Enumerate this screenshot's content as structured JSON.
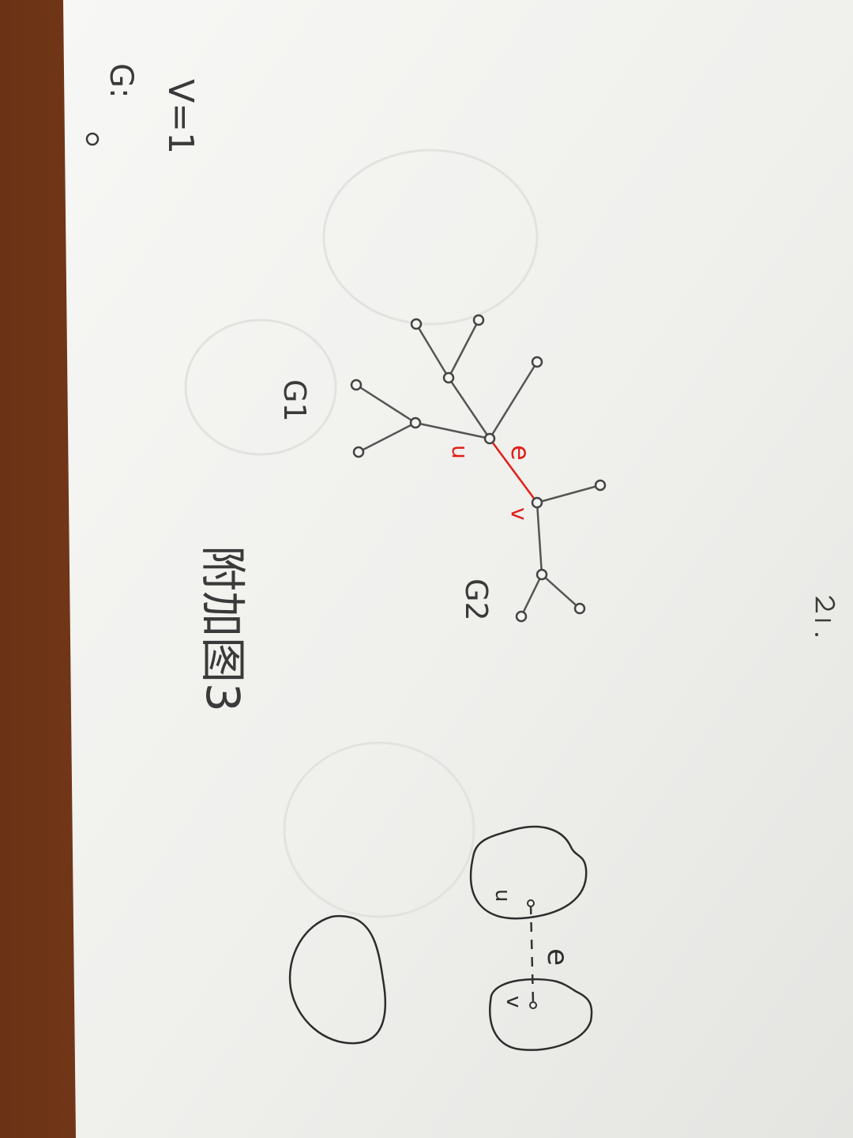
{
  "photo": {
    "subject": "handwritten graph theory sketch on paper"
  },
  "labels": {
    "g_top": "G:",
    "v_eq": "V=1",
    "g1": "G1",
    "g2": "G2",
    "caption": "附加图3",
    "edge_e": "e",
    "vertex_u": "u",
    "vertex_v": "v",
    "edge_e_right": "e",
    "vertex_u_right": "u",
    "vertex_v_right": "v"
  },
  "colors": {
    "ink": "#3a3a3a",
    "highlight": "#e0201a",
    "paper": "#f4f4f2"
  }
}
